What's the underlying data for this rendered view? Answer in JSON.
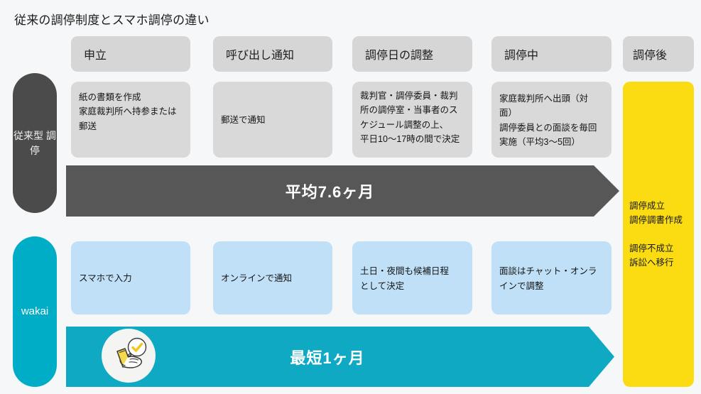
{
  "title": "従来の調停制度とスマホ調停の違い",
  "colors": {
    "background": "#f5f7f8",
    "header_pill": "#d6d6d6",
    "legacy_label": "#4b4b4b",
    "legacy_card": "#d9d9d9",
    "legacy_arrow": "#575757",
    "wakai_label": "#00adc6",
    "wakai_card": "#bfe0f7",
    "wakai_arrow": "#0fa9c4",
    "outcome_panel": "#fbdb12",
    "phone_yellow": "#f7d94c"
  },
  "columns": [
    {
      "label": "申立"
    },
    {
      "label": "呼び出し通知"
    },
    {
      "label": "調停日の調整"
    },
    {
      "label": "調停中"
    },
    {
      "label": "調停後"
    }
  ],
  "rows": [
    {
      "label": "従来型\n調停",
      "cells": [
        "紙の書類を作成\n家庭裁判所へ持参または\n郵送",
        "郵送で通知",
        "裁判官・調停委員・裁判\n所の調停室・当事者のス\nケジュール調整の上、\n平日10〜17時の間で決定",
        "家庭裁判所へ出頭（対面）\n調停委員との面談を毎回\n実施（平均3〜5回）"
      ],
      "duration": "平均7.6ヶ月"
    },
    {
      "label": "wakai",
      "cells": [
        "スマホで入力",
        "オンラインで通知",
        "土日・夜間も候補日程\nとして決定",
        "面談はチャット・オンラ\nインで調整"
      ],
      "duration": "最短1ヶ月"
    }
  ],
  "outcome": {
    "success": "調停成立\n調停調書作成",
    "failure": "調停不成立\n訴訟へ移行"
  },
  "icons": {
    "phone_check": "phone-check-icon"
  }
}
